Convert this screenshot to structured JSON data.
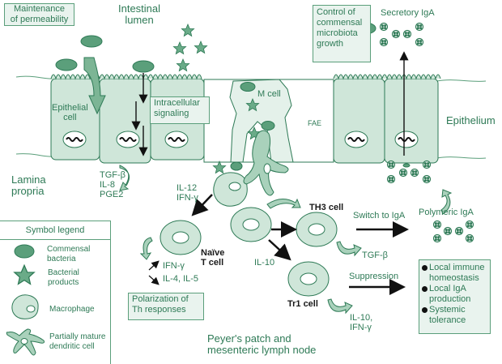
{
  "colors": {
    "primary_green": "#2e7a56",
    "cell_fill": "#cfe6d9",
    "bacteria_fill": "#5b9f7b",
    "box_fill": "#e9f3ee",
    "arrow_dark": "#111111"
  },
  "regions": {
    "intestinal_lumen": "Intestinal\nlumen",
    "epithelium": "Epithelium",
    "lamina_propria": "Lamina\npropria",
    "peyers_patch": "Peyer's patch and\nmesenteric lymph node",
    "fae": "FAE",
    "m_cell": "M cell"
  },
  "boxes": {
    "permeability": "Maintenance\nof permeability",
    "microbiota": "Control of\ncommensal\nmicrobiota\ngrowth",
    "signaling": "Intracellular\nsignaling",
    "polarization": "Polarization of\nTh responses"
  },
  "cells": {
    "epithelial": "Epithelial\ncell",
    "naive_t": "Naïve\nT cell",
    "th3": "TH3 cell",
    "tr1": "Tr1 cell"
  },
  "cytokines": {
    "epithelial_out": "TGF-β\nIL-8\nPGE2",
    "dc_out": "IL-12\nIFN-γ",
    "th1": "IFN-γ",
    "th2": "IL-4, IL-5",
    "il10": "IL-10",
    "th3_out": "TGF-β",
    "tr1_out": "IL-10,\nIFN-γ"
  },
  "igA": {
    "secretory": "Secretory IgA",
    "polymeric": "Polymeric IgA"
  },
  "arrows": {
    "switch": "Switch to IgA",
    "suppression": "Suppression"
  },
  "outcomes": [
    "Local immune\nhomeostasis",
    "Local IgA\nproduction",
    "Systemic\ntolerance"
  ],
  "legend": {
    "title": "Symbol legend",
    "items": [
      {
        "icon": "bacteria-icon",
        "label": "Commensal\nbacteria"
      },
      {
        "icon": "star-icon",
        "label": "Bacterial\nproducts"
      },
      {
        "icon": "macrophage-icon",
        "label": "Macrophage"
      },
      {
        "icon": "dendritic-cell-icon",
        "label": "Partially mature\ndendritic cell"
      }
    ]
  }
}
